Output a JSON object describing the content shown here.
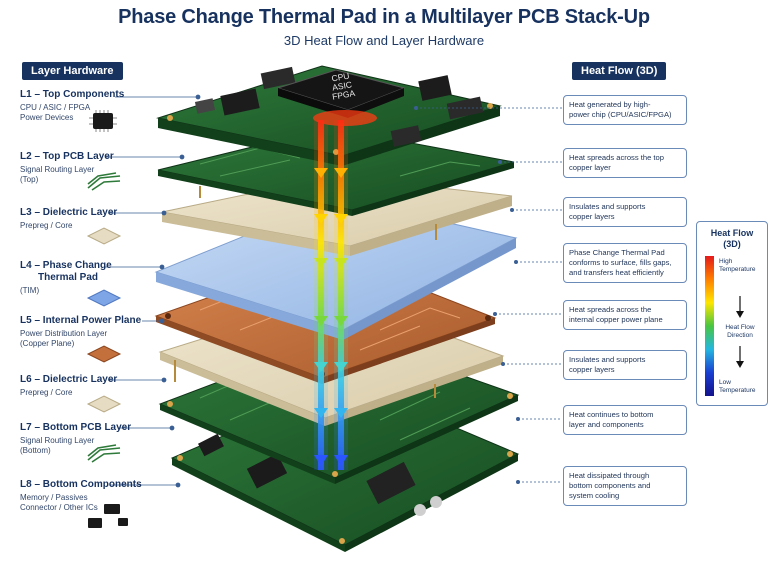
{
  "header": {
    "title": "Phase Change Thermal Pad in a Multilayer PCB Stack-Up",
    "subtitle": "3D Heat Flow and Layer Hardware"
  },
  "left_section": "Layer Hardware",
  "right_section": "Heat Flow (3D)",
  "chip_label": [
    "CPU",
    "ASIC",
    "FPGA"
  ],
  "layers": [
    {
      "title": "L1 – Top Components",
      "desc": [
        "CPU / ASIC / FPGA",
        "Power Devices"
      ],
      "icon": "chip-icon"
    },
    {
      "title": "L2 – Top PCB Layer",
      "desc": [
        "Signal Routing Layer",
        "(Top)"
      ],
      "icon": "trace-icon"
    },
    {
      "title": "L3 – Dielectric Layer",
      "desc": [
        "Prepreg / Core"
      ],
      "icon": "dielectric-icon"
    },
    {
      "title": "L4 – Phase Change",
      "title2": "Thermal Pad",
      "desc": [
        "(TIM)"
      ],
      "icon": "thermal-pad-icon"
    },
    {
      "title": "L5 – Internal Power Plane",
      "desc": [
        "Power Distribution Layer",
        "(Copper Plane)"
      ],
      "icon": "copper-plane-icon"
    },
    {
      "title": "L6 – Dielectric Layer",
      "desc": [
        "Prepreg / Core"
      ],
      "icon": "dielectric-icon"
    },
    {
      "title": "L7 – Bottom PCB Layer",
      "desc": [
        "Signal Routing Layer",
        "(Bottom)"
      ],
      "icon": "trace-icon"
    },
    {
      "title": "L8 – Bottom Components",
      "desc": [
        "Memory / Passives",
        "Connector / Other ICs"
      ],
      "icon": "components-icon"
    }
  ],
  "flow_notes": [
    [
      "Heat generated by high-",
      "power chip (CPU/ASIC/FPGA)"
    ],
    [
      "Heat spreads across the top",
      "copper layer"
    ],
    [
      "Insulates and supports",
      "copper layers"
    ],
    [
      "Phase Change Thermal Pad",
      "conforms to surface, fills gaps,",
      "and transfers heat efficiently"
    ],
    [
      "Heat spreads across the",
      "internal copper power plane"
    ],
    [
      "Insulates and supports",
      "copper layers"
    ],
    [
      "Heat continues to bottom",
      "layer and components"
    ],
    [
      "Heat dissipated through",
      "bottom components and",
      "system cooling"
    ]
  ],
  "legend": {
    "title": [
      "Heat Flow",
      "(3D)"
    ],
    "high": [
      "High",
      "Temperature"
    ],
    "direction": [
      "Heat Flow",
      "Direction"
    ],
    "low": [
      "Low",
      "Temperature"
    ],
    "gradient_colors": [
      "#e41a1c",
      "#ff7f00",
      "#ffe600",
      "#49c541",
      "#25b7e0",
      "#1a3fd1",
      "#14128c"
    ]
  },
  "colors": {
    "navy": "#17325f",
    "pcb_green": "#1d5a2a",
    "dielectric": "#e6dcc3",
    "thermal_pad": "#a9c6ec",
    "copper": "#c3703d"
  }
}
